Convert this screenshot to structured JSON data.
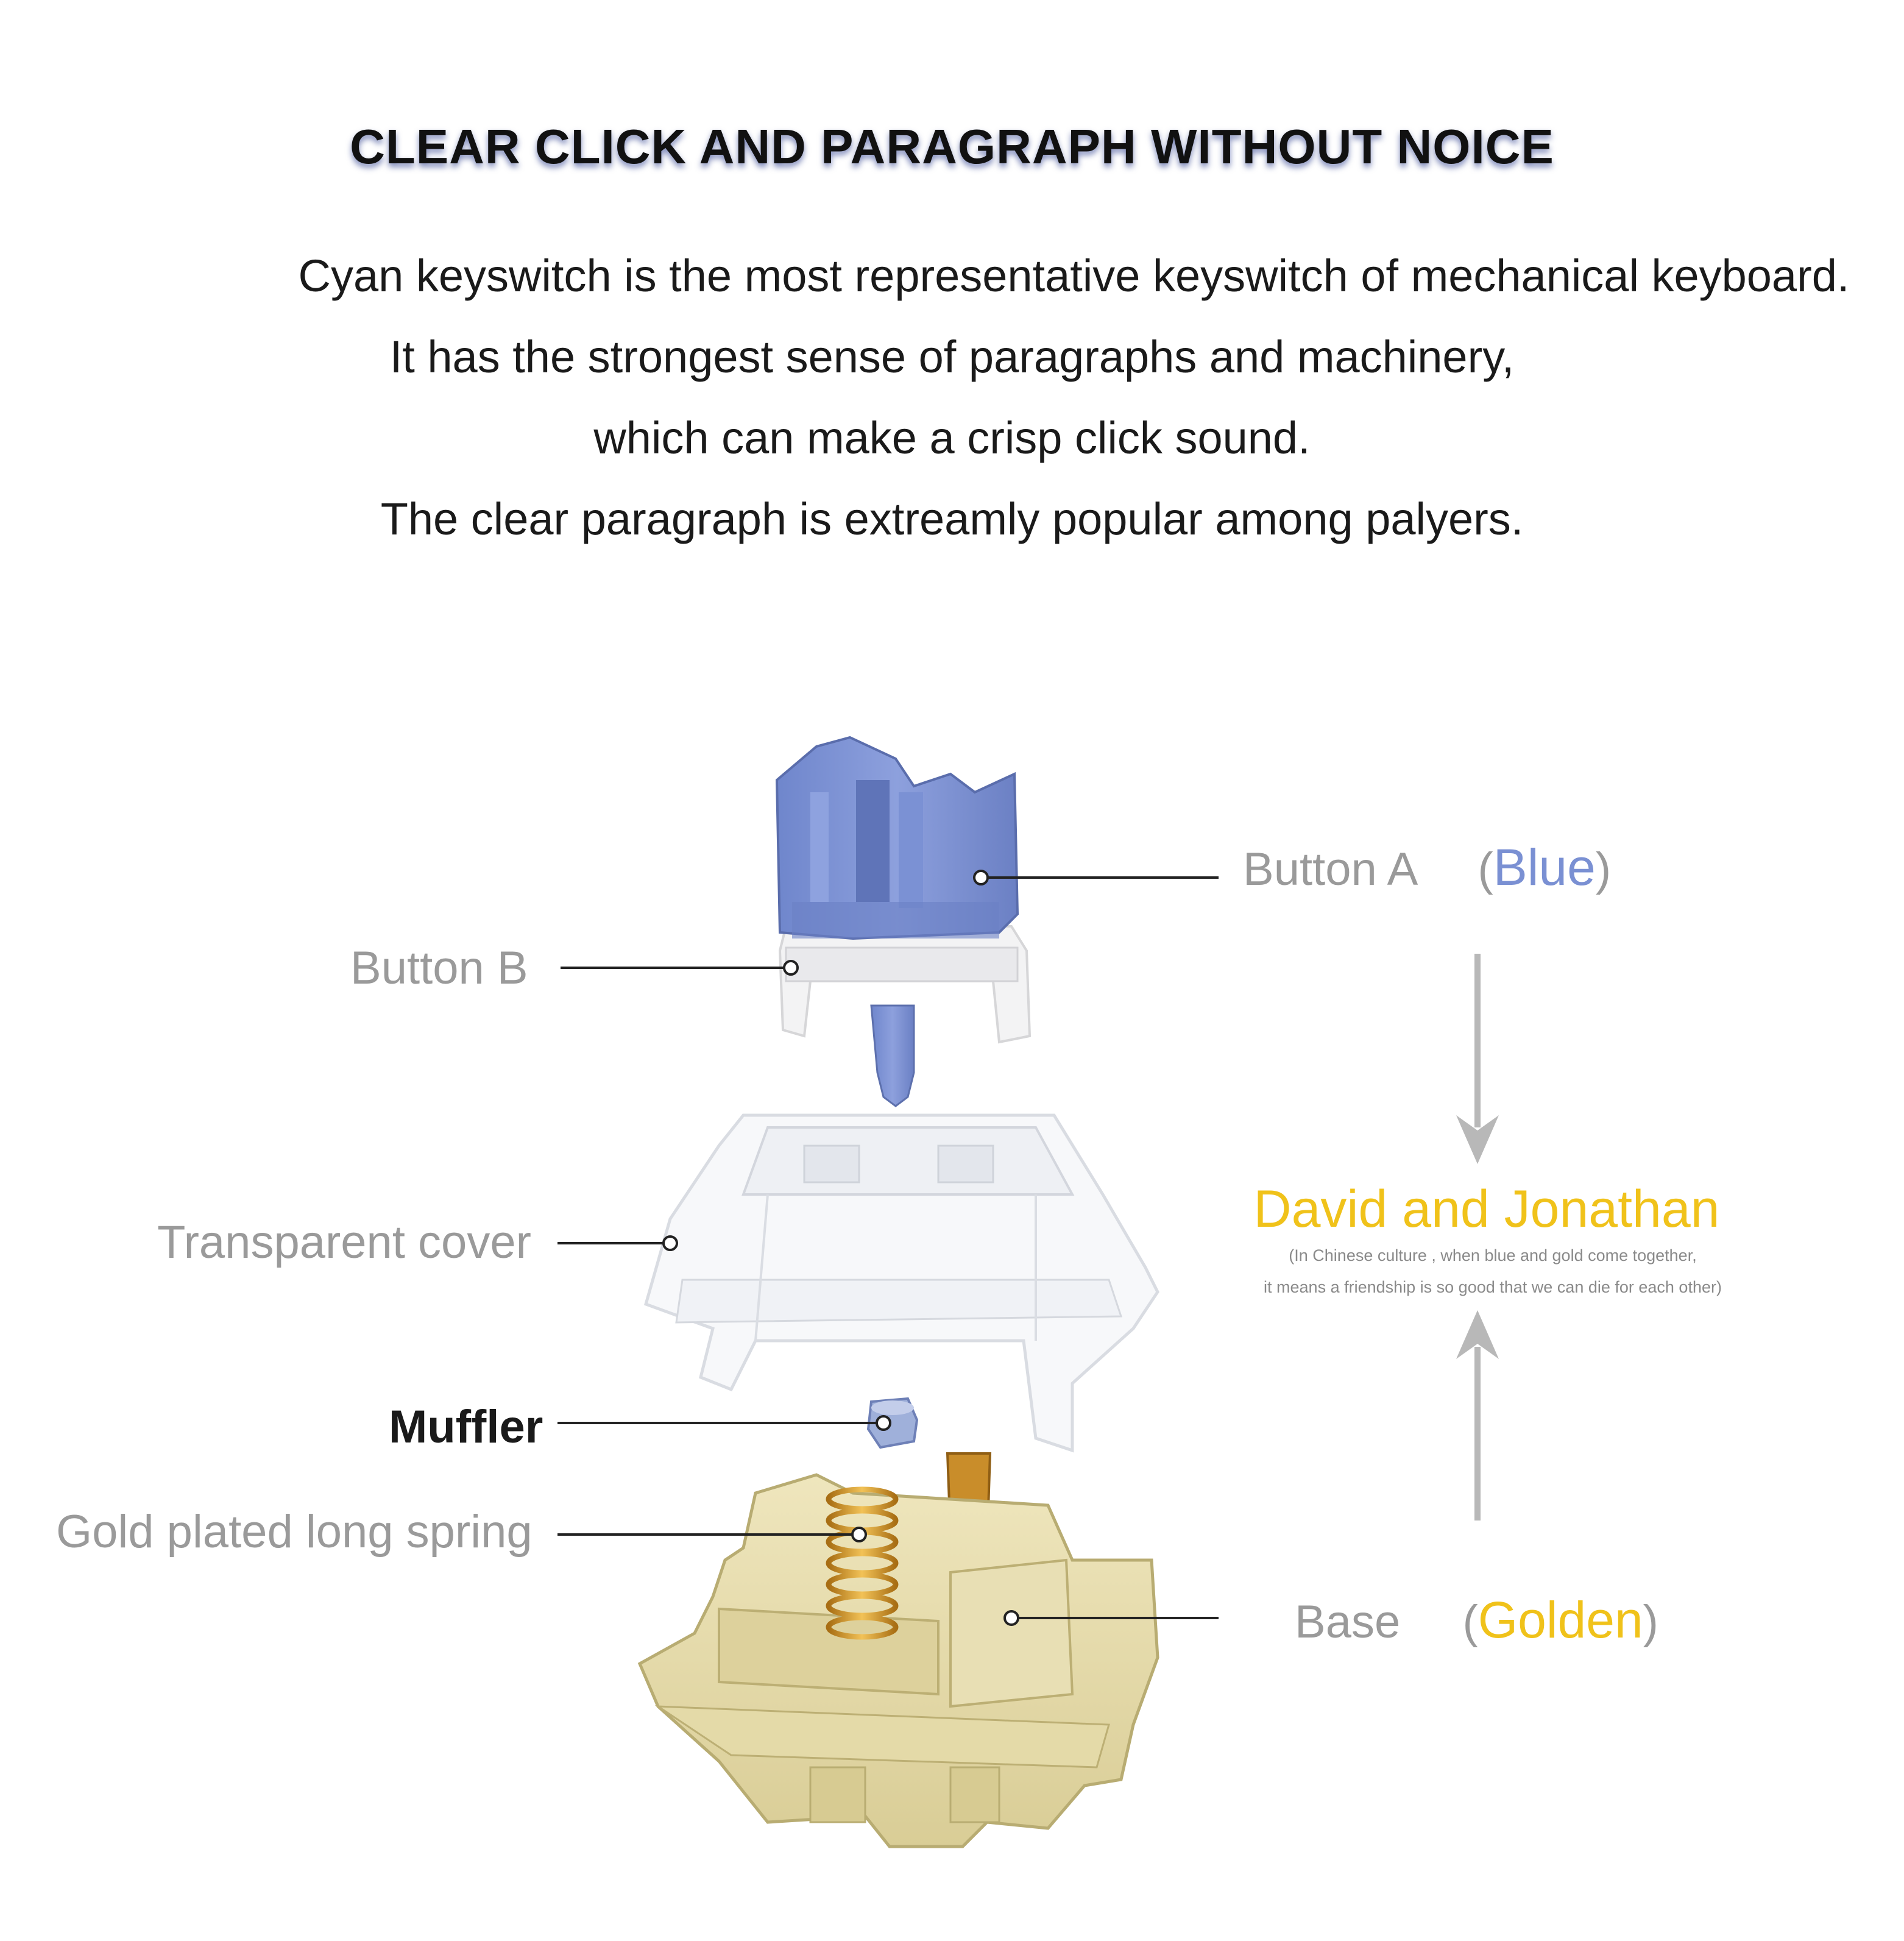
{
  "header": {
    "title": "CLEAR CLICK AND PARAGRAPH WITHOUT NOICE",
    "lines": [
      "Cyan keyswitch is the most representative keyswitch of mechanical keyboard.",
      "It has the strongest sense of paragraphs and machinery,",
      "which can make a crisp click sound.",
      "The clear paragraph is extreamly popular among palyers."
    ]
  },
  "labels": {
    "button_a": "Button A",
    "button_a_color": "Blue",
    "button_b": "Button B",
    "transparent_cover": "Transparent cover",
    "muffler": "Muffler",
    "spring": "Gold plated long spring",
    "base": "Base",
    "base_color": "Golden"
  },
  "friendship": {
    "title": "David and Jonathan",
    "note_line1": "(In Chinese culture , when blue and gold come together,",
    "note_line2": "it means a friendship is so good that we can die for each other)"
  },
  "colors": {
    "blue": "#7a90d3",
    "gold": "#f0c21a",
    "base": "#e6dcac",
    "label_gray": "#9a9a9a"
  }
}
